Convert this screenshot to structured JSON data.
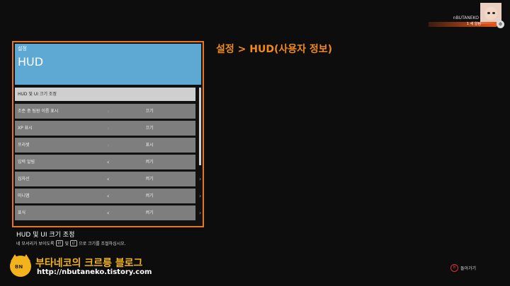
{
  "profile": {
    "username": "nBUTANEKO",
    "status": "1 새 알림"
  },
  "page_title": "설정 > HUD(사용자 정보)",
  "panel": {
    "breadcrumb": "설정",
    "title": "HUD",
    "selected_item": "HUD 및 UI 크기 조정",
    "rows": [
      {
        "label": "조준 중 팀원 이름 표시",
        "value": "끄기"
      },
      {
        "label": "XP 표시",
        "value": "끄기"
      },
      {
        "label": "프리셋",
        "value": "표시"
      },
      {
        "label": "입력 알림",
        "value": "켜기"
      },
      {
        "label": "십자선",
        "value": "켜기"
      },
      {
        "label": "미니맵",
        "value": "켜기"
      },
      {
        "label": "표식",
        "value": "켜기"
      }
    ]
  },
  "description": {
    "title": "HUD 및 UI 크기 조정",
    "text_before": "네 모서리가 보이도록",
    "key_rt": "RT",
    "text_mid": "및",
    "key_lt": "LT",
    "text_after": "으로 크기를 조절하십시오."
  },
  "footer": {
    "back_key": "B",
    "back_label": "돌아가기"
  },
  "watermark": {
    "logo_text": "BN",
    "name": "부타네코의 크르릉 블로그",
    "url": "http://nbutaneko.tistory.com"
  },
  "colors": {
    "accent": "#e8761a",
    "header_blue": "#5ea9d4",
    "title_orange": "#f08a1e",
    "watermark_yellow": "#f2b31c"
  }
}
